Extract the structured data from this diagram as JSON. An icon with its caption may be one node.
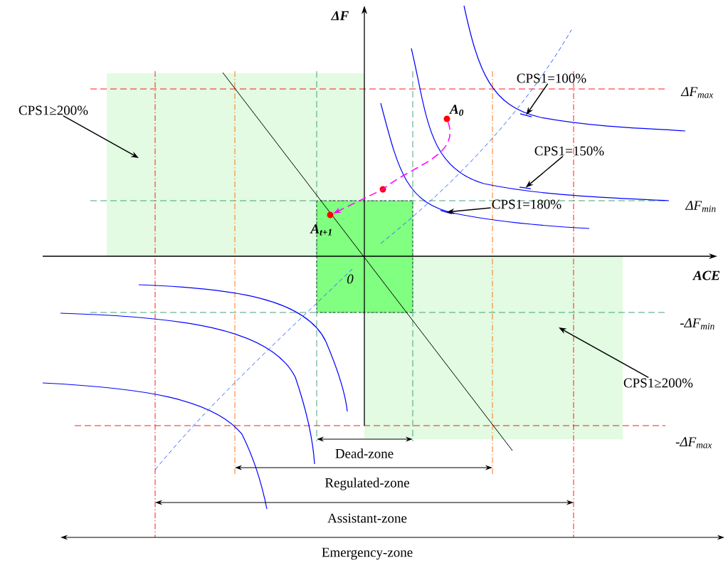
{
  "diagram": {
    "nodes": [
      {
        "text": [],
        "shape": "circle",
        "beside": [
          "A$_{0}$"
        ]
      },
      {
        "text": [],
        "shape": "circle",
        "beside": [
          "A$_{t+1}$"
        ],
        "in": 7
      },
      {
        "text": [
          "CPS1≥200%"
        ]
      },
      {
        "text": [
          "CPS1=100%"
        ]
      },
      {
        "text": [
          "CPS1=150%"
        ]
      },
      {
        "text": [
          "CPS1=180%"
        ]
      },
      {
        "text": [
          "CPS1≥200%"
        ]
      },
      {
        "text": [],
        "shape": "box"
      },
      {
        "text": [],
        "shape": "curve"
      },
      {
        "text": [],
        "shape": "curve"
      },
      {
        "text": [],
        "shape": "curve"
      },
      {
        "text": [],
        "shape": "box"
      }
    ],
    "edges": [
      {
        "from": 0,
        "to": 1,
        "arrow": "to",
        "style": "dashed",
        "color": "#ff00ff"
      },
      {
        "from": 2,
        "to": 7,
        "arrow": "to"
      },
      {
        "from": 3,
        "to": 8,
        "arrow": "to"
      },
      {
        "from": 4,
        "to": 9,
        "arrow": "to"
      },
      {
        "from": 5,
        "to": 10,
        "arrow": "to"
      },
      {
        "from": 6,
        "to": 11,
        "arrow": "to"
      }
    ],
    "labels": [
      "ΔF",
      "ΔF$_{max}$",
      "ΔF$_{min}$",
      "ACE",
      "0",
      "-ΔF$_{min}$",
      "-ΔF$_{max}$",
      "Dead-zone",
      "Regulated-zone",
      "Assistant-zone",
      "Emergency-zone"
    ]
  }
}
